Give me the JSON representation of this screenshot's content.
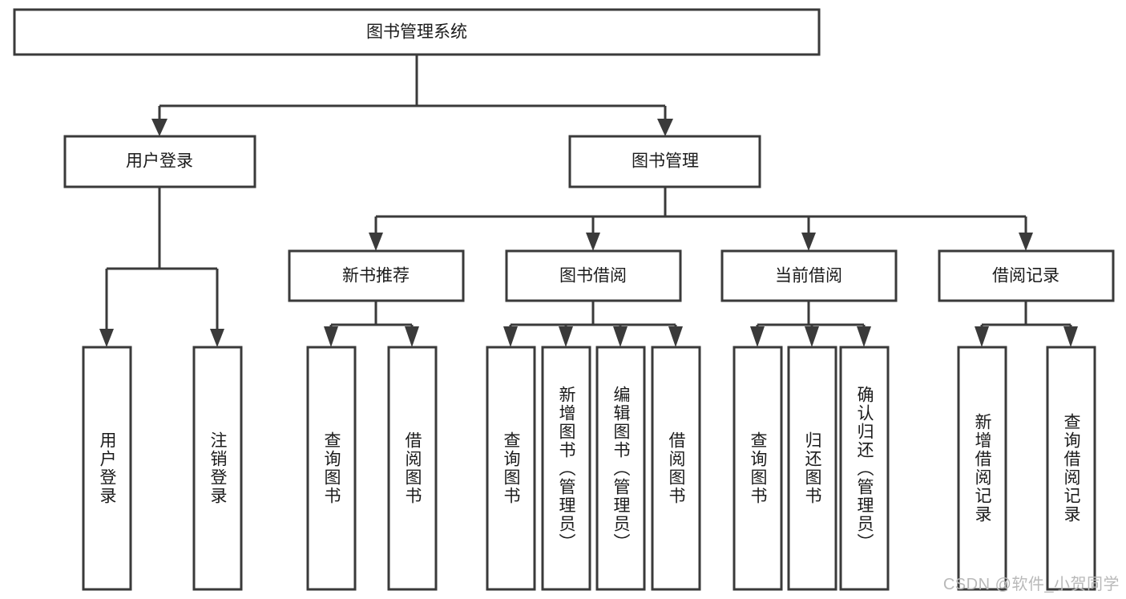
{
  "diagram": {
    "title": "图书管理系统",
    "type": "tree-hierarchy-diagram",
    "watermark": "CSDN @软件_小贺同学",
    "colors": {
      "box_stroke": "#3a3a3a",
      "box_fill": "#ffffff",
      "connector": "#3a3a3a",
      "text": "#1b1b1b",
      "background": "#ffffff",
      "watermark": "#b9b9b9"
    },
    "root": {
      "label": "图书管理系统"
    },
    "level2": [
      {
        "label": "用户登录"
      },
      {
        "label": "图书管理"
      }
    ],
    "level3": [
      {
        "label": "新书推荐"
      },
      {
        "label": "图书借阅"
      },
      {
        "label": "当前借阅"
      },
      {
        "label": "借阅记录"
      }
    ],
    "leaves": {
      "user_login": [
        {
          "label": "用户登录"
        },
        {
          "label": "注销登录"
        }
      ],
      "new_book_recommend": [
        {
          "label": "查询图书"
        },
        {
          "label": "借阅图书"
        }
      ],
      "book_borrow": [
        {
          "label": "查询图书"
        },
        {
          "label": "新增图书（管理员）"
        },
        {
          "label": "编辑图书（管理员）"
        },
        {
          "label": "借阅图书"
        }
      ],
      "current_borrow": [
        {
          "label": "查询图书"
        },
        {
          "label": "归还图书"
        },
        {
          "label": "确认归还（管理员）"
        }
      ],
      "borrow_records": [
        {
          "label": "新增借阅记录"
        },
        {
          "label": "查询借阅记录"
        }
      ]
    }
  }
}
